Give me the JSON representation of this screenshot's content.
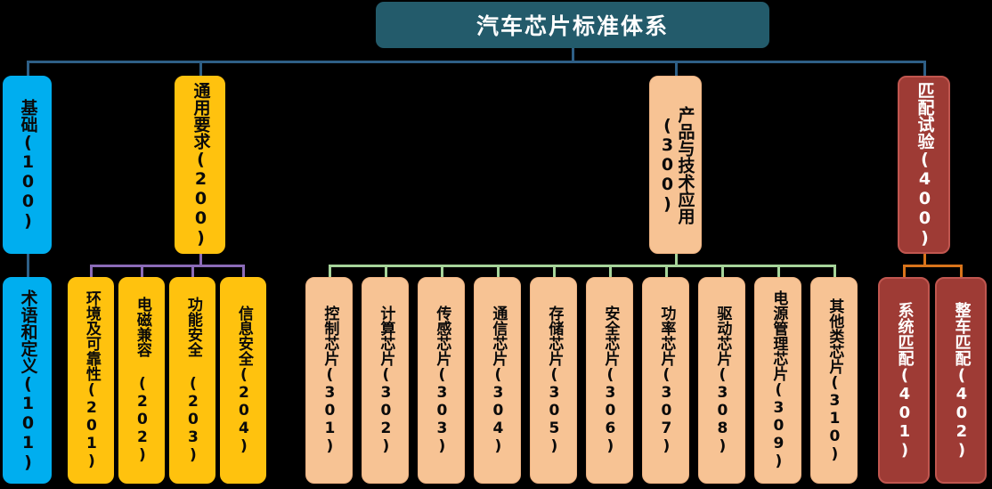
{
  "diagram": {
    "type": "organizational-hierarchy",
    "title": "汽车芯片标准体系",
    "colors": {
      "title_bg": "#235B6B",
      "title_text": "#ffffff",
      "level_100": "#00AEEF",
      "level_200": "#FFC20E",
      "level_300": "#F7C394",
      "level_400": "#9E3B35",
      "connector_root": "#2E5F86",
      "connector_200": "#8B6BB7",
      "connector_300": "#A6D49A",
      "connector_400": "#D9741B",
      "background": "#000000"
    },
    "root": {
      "label": "汽车芯片标准体系"
    },
    "branches": [
      {
        "id": "100",
        "label": "基础(100)",
        "color_key": "level_100",
        "children": [
          {
            "id": "101",
            "label": "术语和定义(101)",
            "color_key": "level_100"
          }
        ]
      },
      {
        "id": "200",
        "label": "通用要求(200)",
        "color_key": "level_200",
        "children": [
          {
            "id": "201",
            "label": "环境及可靠性(201)",
            "color_key": "level_200"
          },
          {
            "id": "202",
            "label": "电磁兼容 (202)",
            "color_key": "level_200"
          },
          {
            "id": "203",
            "label": "功能安全 (203)",
            "color_key": "level_200"
          },
          {
            "id": "204",
            "label": "信息安全(204)",
            "color_key": "level_200"
          }
        ]
      },
      {
        "id": "300",
        "label": "产品与技术应用",
        "label_second_line": "(300)",
        "color_key": "level_300",
        "children": [
          {
            "id": "301",
            "label": "控制芯片(301)",
            "color_key": "level_300"
          },
          {
            "id": "302",
            "label": "计算芯片(302)",
            "color_key": "level_300"
          },
          {
            "id": "303",
            "label": "传感芯片(303)",
            "color_key": "level_300"
          },
          {
            "id": "304",
            "label": "通信芯片(304)",
            "color_key": "level_300"
          },
          {
            "id": "305",
            "label": "存储芯片(305)",
            "color_key": "level_300"
          },
          {
            "id": "306",
            "label": "安全芯片(306)",
            "color_key": "level_300"
          },
          {
            "id": "307",
            "label": "功率芯片(307)",
            "color_key": "level_300"
          },
          {
            "id": "308",
            "label": "驱动芯片(308)",
            "color_key": "level_300"
          },
          {
            "id": "309",
            "label": "电源管理芯片(309)",
            "color_key": "level_300"
          },
          {
            "id": "310",
            "label": "其他类芯片(310)",
            "color_key": "level_300"
          }
        ]
      },
      {
        "id": "400",
        "label": "匹配试验(400)",
        "color_key": "level_400",
        "children": [
          {
            "id": "401",
            "label": "系统匹配(401)",
            "color_key": "level_400"
          },
          {
            "id": "402",
            "label": "整车匹配(402)",
            "color_key": "level_400"
          }
        ]
      }
    ]
  }
}
